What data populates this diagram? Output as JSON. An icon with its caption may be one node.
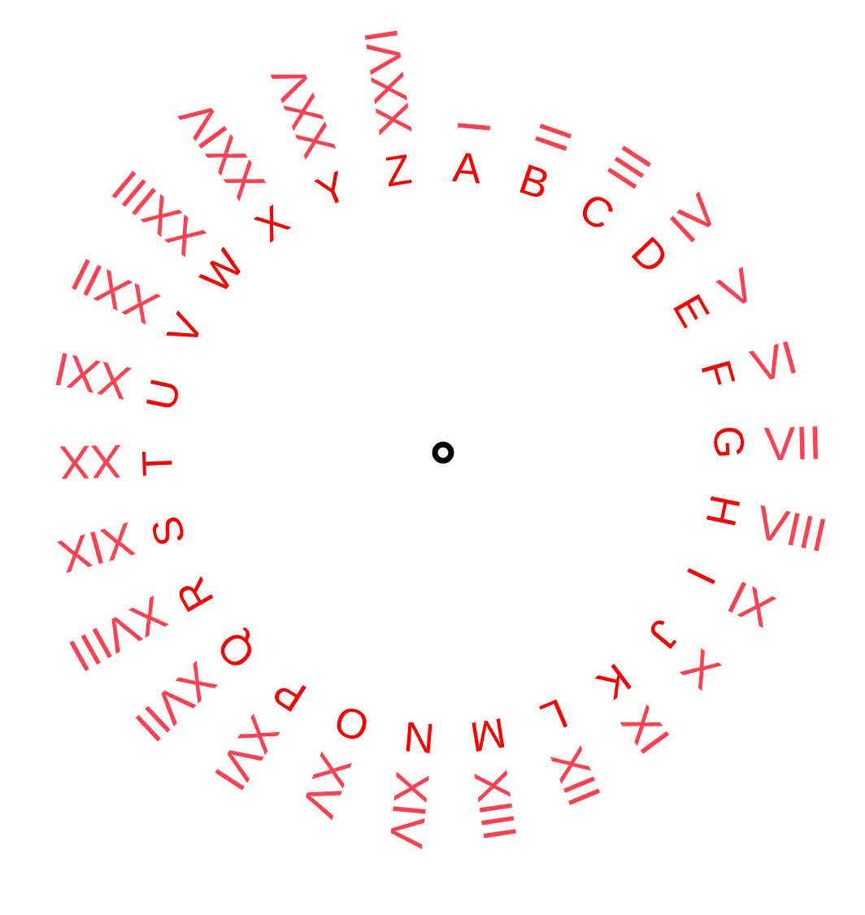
{
  "diagram": {
    "labels": [
      "A",
      "B",
      "C",
      "D",
      "E",
      "F",
      "G",
      "H",
      "I",
      "J",
      "K",
      "L",
      "M",
      "N",
      "O",
      "P",
      "Q",
      "R",
      "S",
      "T",
      "U",
      "V",
      "W",
      "X",
      "Y",
      "Z",
      "I",
      "II",
      "III",
      "IV",
      "V",
      "VI",
      "VII",
      "VIII",
      "IX",
      "X",
      "XI",
      "XII",
      "XIII",
      "XIV",
      "XV",
      "XVI",
      "XVII",
      "XVIII",
      "XIX",
      "XX",
      "XXI",
      "XXII",
      "XXIII",
      "XXIV",
      "XXV",
      "XXVI"
    ]
  }
}
